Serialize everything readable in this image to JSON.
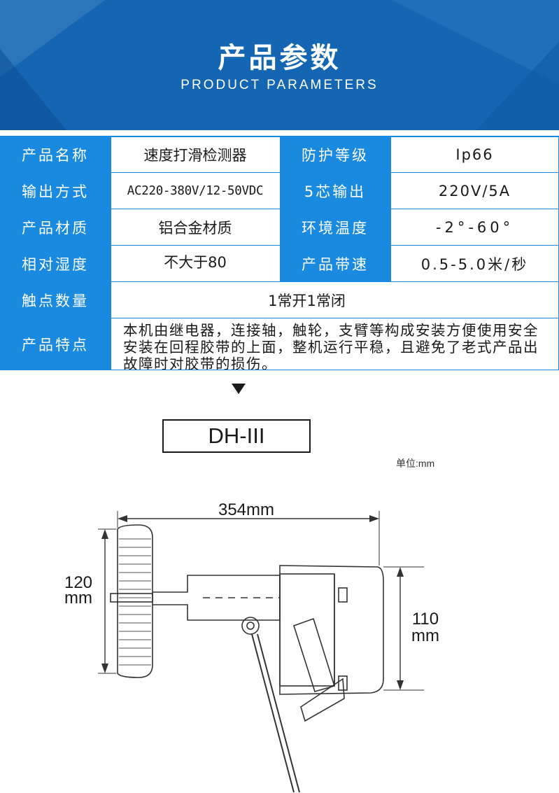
{
  "banner": {
    "title": "产品参数",
    "subtitle": "PRODUCT PARAMETERS",
    "color": "#1466b3"
  },
  "params": {
    "label_color": "#1a8ae0",
    "rows": [
      {
        "label": "产品名称",
        "value": "速度打滑检测器",
        "label2": "防护等级",
        "value2": "Ip66"
      },
      {
        "label": "输出方式",
        "value": "AC220-380V/12-50VDC",
        "label2": "5芯输出",
        "value2": "220V/5A"
      },
      {
        "label": "产品材质",
        "value": "铝合金材质",
        "label2": "环境温度",
        "value2": "-2°-60°"
      },
      {
        "label": "相对湿度",
        "value": "不大于80",
        "label2": "产品带速",
        "value2": "0.5-5.0米/秒"
      },
      {
        "label": "触点数量",
        "value": "1常开1常闭"
      },
      {
        "label": "产品特点",
        "value": "本机由继电器，连接轴，触轮，支臂等构成安装方便使用安全安装在回程胶带的上面，整机运行平稳，且避免了老式产品出故障时对胶带的损伤。"
      }
    ]
  },
  "model": "DH-III",
  "unit_note": "单位:mm",
  "dimensions": {
    "width": "354mm",
    "wheel_height_value": "120",
    "wheel_height_unit": "mm",
    "body_height_value": "110",
    "body_height_unit": "mm"
  }
}
